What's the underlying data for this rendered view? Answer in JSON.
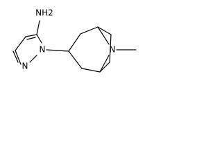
{
  "molecule": {
    "atoms": {
      "amine_label": "NH2",
      "pyrazole_n1_label": "N",
      "pyrazole_n2_label": "N",
      "bridge_n_label": "N"
    },
    "colors": {
      "bond": "#000000",
      "label": "#000000",
      "background": "#ffffff"
    }
  }
}
